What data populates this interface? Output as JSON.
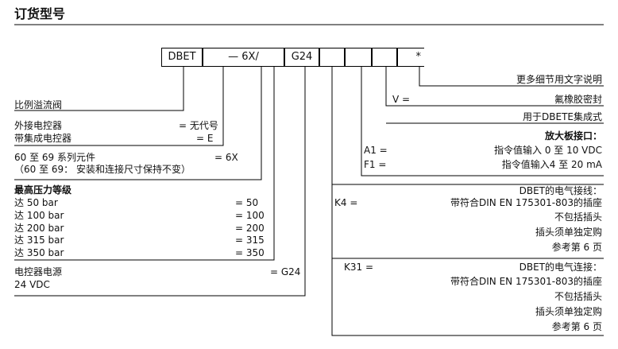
{
  "title": "订货型号",
  "code_boxes": [
    "DBET",
    "— 6X/",
    "G24",
    "",
    "",
    "",
    "*"
  ],
  "left": {
    "valve": "比例溢流阀",
    "ext_ctrl": "外接电控器",
    "ext_ctrl_code": "= 无代号",
    "int_ctrl": "带集成电控器",
    "int_ctrl_code": "= E",
    "series": "60 至 69 系列元件",
    "series_code": "= 6X",
    "series_note": "（60 至 69： 安装和连接尺寸保持不变）",
    "pressure_title": "最高压力等级",
    "pressures": [
      {
        "label": "达 50 bar",
        "code": "= 50"
      },
      {
        "label": "达 100 bar",
        "code": "= 100"
      },
      {
        "label": "达 200 bar",
        "code": "= 200"
      },
      {
        "label": "达 315 bar",
        "code": "= 315"
      },
      {
        "label": "达 350 bar",
        "code": "= 350"
      }
    ],
    "power": "电控器电源",
    "power_voltage": "24 VDC",
    "power_code": "= G24"
  },
  "right": {
    "more": "更多细节用文字说明",
    "seal_code": "V =",
    "seal": "氟橡胶密封",
    "dbete": "用于DBETE集成式",
    "amp_title": "放大板接口：",
    "a1_code": "A1 =",
    "a1": "指令值输入 0 至 10 VDC",
    "f1_code": "F1 =",
    "f1": "指令值输入4 至 20 mA",
    "k4_title": "DBET的电气接线：",
    "k4_code": "K4 =",
    "k4_l1": "带符合DIN EN 175301-803的插座",
    "k4_l2": "不包括插头",
    "k4_l3": "插头须单独定购",
    "k4_l4": "参考第 6 页",
    "k31_title": "DBET的电气连接：",
    "k31_code": "K31 =",
    "k31_l1": "带符合DIN EN 175301-803的插座",
    "k31_l2": "不包括插头",
    "k31_l3": "插头须单独定购",
    "k31_l4": "参考第 6 页"
  }
}
